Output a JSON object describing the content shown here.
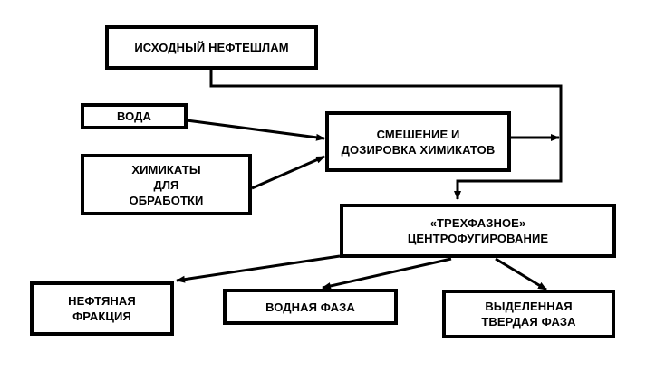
{
  "diagram": {
    "nodes": {
      "sludge": "ИСХОДНЫЙ НЕФТЕШЛАМ",
      "water": "ВОДА",
      "chemicals": "ХИМИКАТЫ\nДЛЯ\nОБРАБОТКИ",
      "mixing": "СМЕШЕНИЕ И\nДОЗИРОВКА ХИМИКАТОВ",
      "centrifuge": "«ТРЕХФАЗНОЕ»\nЦЕНТРОФУГИРОВАНИЕ",
      "oil": "НЕФТЯНАЯ\nФРАКЦИЯ",
      "aqueous": "ВОДНАЯ ФАЗА",
      "solid": "ВЫДЕЛЕННАЯ\nТВЕРДАЯ ФАЗА"
    },
    "colors": {
      "line": "#000000",
      "background": "#ffffff"
    }
  }
}
